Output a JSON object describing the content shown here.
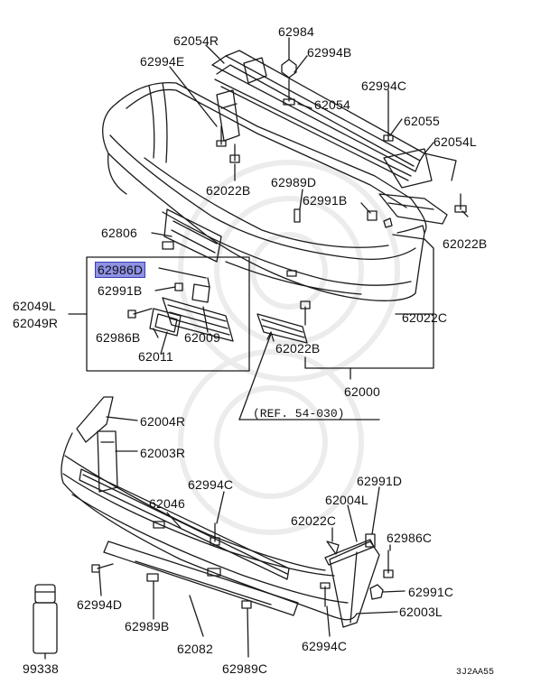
{
  "colors": {
    "line": "#1a1a1a",
    "highlight": "#8e91e6",
    "watermark": "#e9e9e9"
  },
  "labels": {
    "p62054R": "62054R",
    "p62984": "62984",
    "p62994B": "62994B",
    "p62994E": "62994E",
    "p62994C_top": "62994C",
    "p62054": "62054",
    "p62055": "62055",
    "p62054L": "62054L",
    "p62989D": "62989D",
    "p62022B_left": "62022B",
    "p62991B_right": "62991B",
    "p62022B_right": "62022B",
    "p62806": "62806",
    "p62986D": "62986D",
    "p62991B_inset": "62991B",
    "p62049L": "62049L",
    "p62049R": "62049R",
    "p62986B": "62986B",
    "p62009": "62009",
    "p62011": "62011",
    "p62022C_right": "62022C",
    "p62022B_mid": "62022B",
    "p62000": "62000",
    "ref": "(REF. 54-030)",
    "p62004R": "62004R",
    "p62003R": "62003R",
    "p62994C_mid": "62994C",
    "p62991D": "62991D",
    "p62046": "62046",
    "p62004L": "62004L",
    "p62022C_low": "62022C",
    "p62986C": "62986C",
    "p62991C": "62991C",
    "p62994D": "62994D",
    "p62989B": "62989B",
    "p62003L": "62003L",
    "p62082": "62082",
    "p62994C_bot": "62994C",
    "p62989C": "62989C",
    "p99338": "99338",
    "diagram_code": "3J2AA55"
  }
}
